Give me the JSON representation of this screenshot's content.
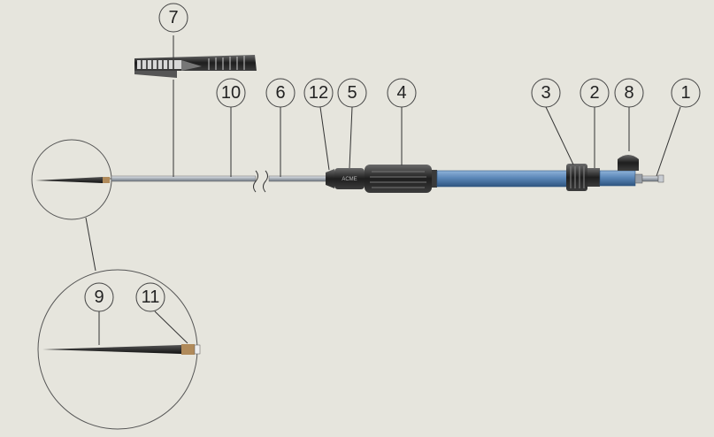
{
  "drawing": {
    "background": "#e6e5dd",
    "callouts": [
      {
        "id": "callout-7",
        "label": "7"
      },
      {
        "id": "callout-10",
        "label": "10"
      },
      {
        "id": "callout-6",
        "label": "6"
      },
      {
        "id": "callout-12",
        "label": "12"
      },
      {
        "id": "callout-5",
        "label": "5"
      },
      {
        "id": "callout-4",
        "label": "4"
      },
      {
        "id": "callout-3",
        "label": "3"
      },
      {
        "id": "callout-2",
        "label": "2"
      },
      {
        "id": "callout-8",
        "label": "8"
      },
      {
        "id": "callout-1",
        "label": "1"
      },
      {
        "id": "callout-9",
        "label": "9"
      },
      {
        "id": "callout-11",
        "label": "11"
      }
    ],
    "colors": {
      "tube_blue": "#5b87b8",
      "handle_dark": "#2b2b2b",
      "shaft_gray": "#aab0b8",
      "balloon_stroke": "#444444",
      "leader": "#333333"
    }
  }
}
